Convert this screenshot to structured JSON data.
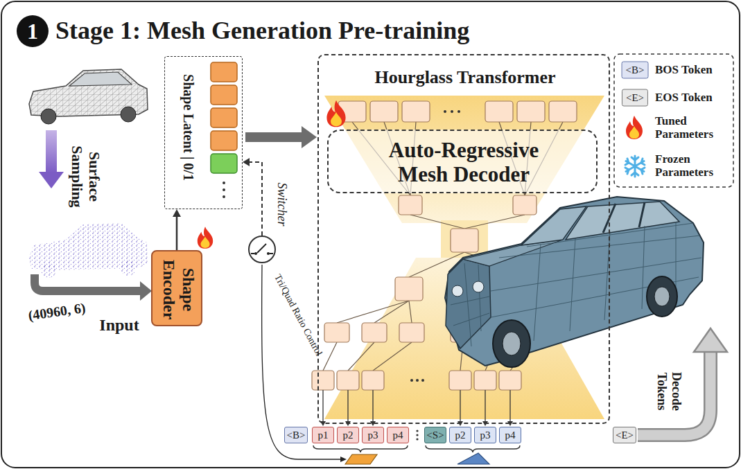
{
  "diagram": {
    "title": "Stage 1: Mesh Generation Pre-training",
    "nodes": [
      {
        "text": [
          "Shape Latent | 0/1"
        ]
      },
      {
        "text": [
          "Shape Encoder"
        ]
      },
      {
        "text": [
          "Switcher"
        ]
      },
      {
        "text": [
          "Hourglass Transformer"
        ]
      },
      {
        "text": [
          "Auto-Regressive Mesh Decoder"
        ],
        "in": 3
      },
      {
        "text": [
          "<B>"
        ]
      },
      {
        "text": [
          "p1"
        ]
      },
      {
        "text": [
          "p2"
        ]
      },
      {
        "text": [
          "p3"
        ]
      },
      {
        "text": [
          "p4"
        ]
      },
      {
        "text": [
          "<S>"
        ]
      },
      {
        "text": [
          "p2"
        ]
      },
      {
        "text": [
          "p3"
        ]
      },
      {
        "text": [
          "p4"
        ]
      },
      {
        "text": [
          "<E>"
        ]
      }
    ],
    "edges": [
      {
        "from": 1,
        "to": 0,
        "arrow": "to"
      },
      {
        "from": 2,
        "to": 0,
        "arrow": "to"
      },
      {
        "from": 0,
        "to": 3,
        "arrow": "to"
      }
    ],
    "labels": [
      "1",
      "Surface Sampling",
      "(40960, 6)",
      "Input",
      "Tri/Quad Ratio Control",
      "Decode Tokens",
      "<B>",
      "<E>"
    ],
    "legend": [
      {
        "text": "BOS Token"
      },
      {
        "text": "EOS Token"
      },
      {
        "text": "Tuned Parameters"
      },
      {
        "text": "Frozen Parameters"
      }
    ]
  }
}
